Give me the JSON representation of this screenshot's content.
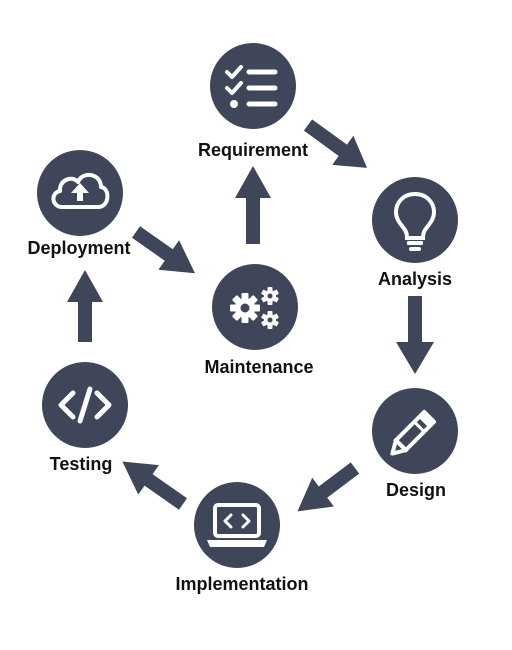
{
  "colors": {
    "node_fill": "#3f4659",
    "arrow": "#3f4659",
    "icon": "#ffffff",
    "label": "#111111"
  },
  "nodes": {
    "requirement": {
      "label": "Requirement",
      "icon": "checklist-icon"
    },
    "analysis": {
      "label": "Analysis",
      "icon": "lightbulb-icon"
    },
    "design": {
      "label": "Design",
      "icon": "pencil-icon"
    },
    "implementation": {
      "label": "Implementation",
      "icon": "laptop-code-icon"
    },
    "testing": {
      "label": "Testing",
      "icon": "code-icon"
    },
    "deployment": {
      "label": "Deployment",
      "icon": "cloud-upload-icon"
    },
    "maintenance": {
      "label": "Maintenance",
      "icon": "gears-icon"
    }
  },
  "flow": [
    [
      "requirement",
      "analysis"
    ],
    [
      "analysis",
      "design"
    ],
    [
      "design",
      "implementation"
    ],
    [
      "implementation",
      "testing"
    ],
    [
      "testing",
      "deployment"
    ],
    [
      "deployment",
      "maintenance"
    ],
    [
      "maintenance",
      "requirement"
    ]
  ]
}
